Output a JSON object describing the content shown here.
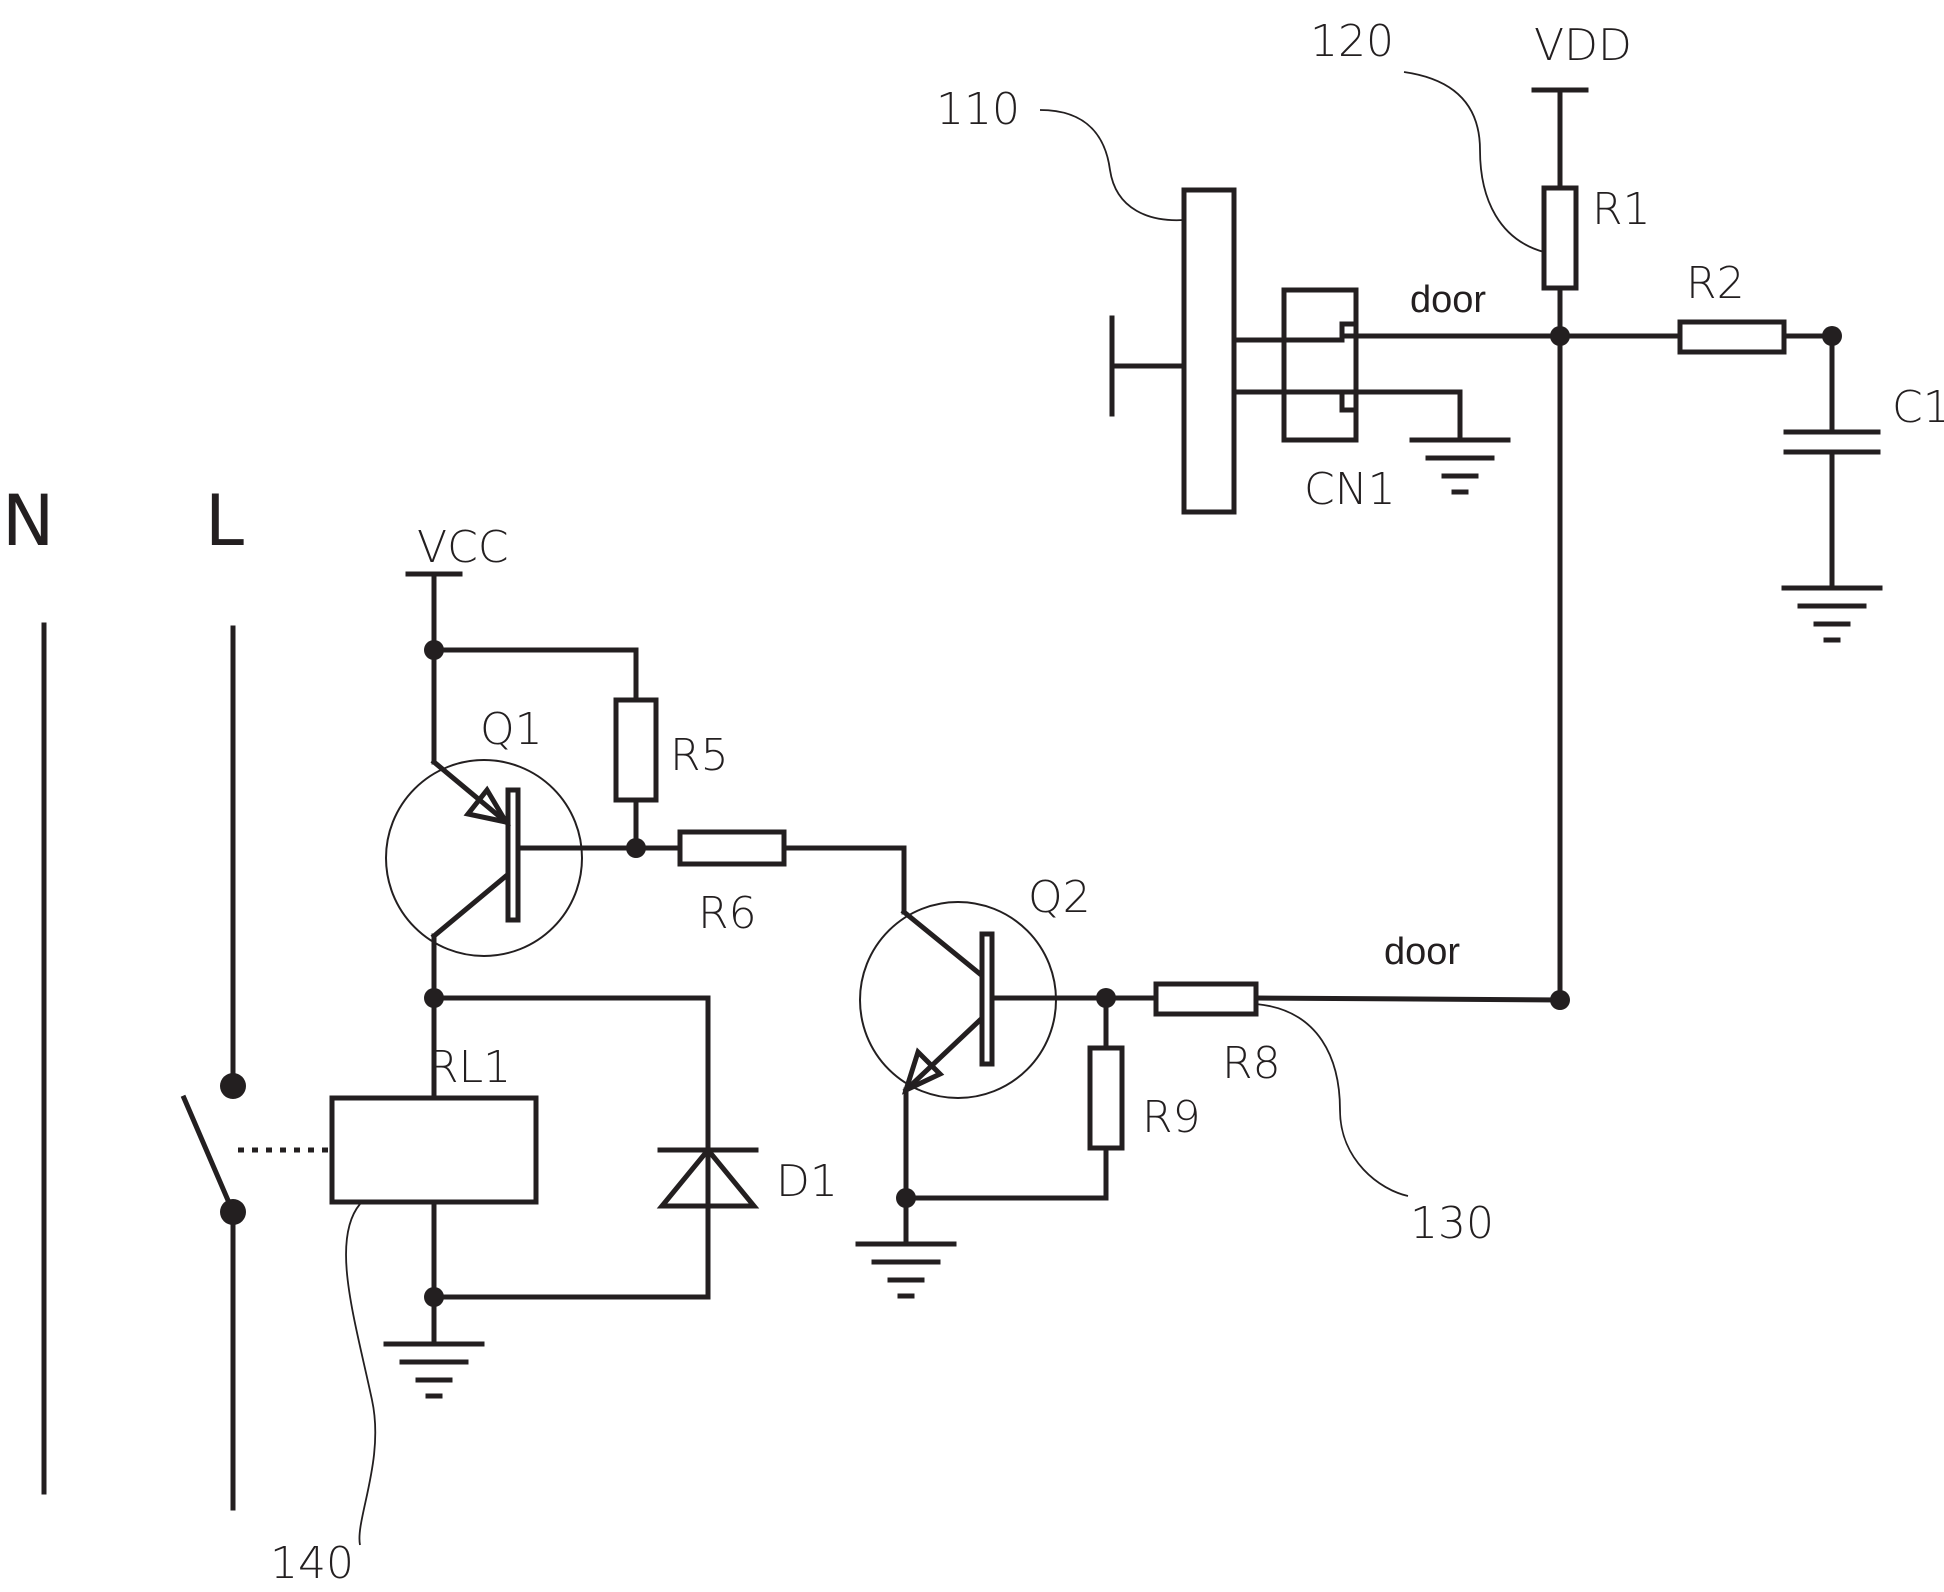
{
  "power_lines": {
    "neutral": "N",
    "live": "L"
  },
  "rails": {
    "vdd": "VDD",
    "vcc": "VCC"
  },
  "reference_numerals": {
    "r110": "110",
    "r120": "120",
    "r130": "130",
    "r140": "140"
  },
  "components": {
    "r1": "R1",
    "r2": "R2",
    "r5": "R5",
    "r6": "R6",
    "r8": "R8",
    "r9": "R9",
    "c1": "C1",
    "cn1": "CN1",
    "q1": "Q1",
    "q2": "Q2",
    "rl1": "RL1",
    "d1": "D1"
  },
  "nets": {
    "door_top": "door",
    "door_bottom": "door"
  },
  "colors": {
    "line": "#231f20",
    "background": "#ffffff"
  }
}
